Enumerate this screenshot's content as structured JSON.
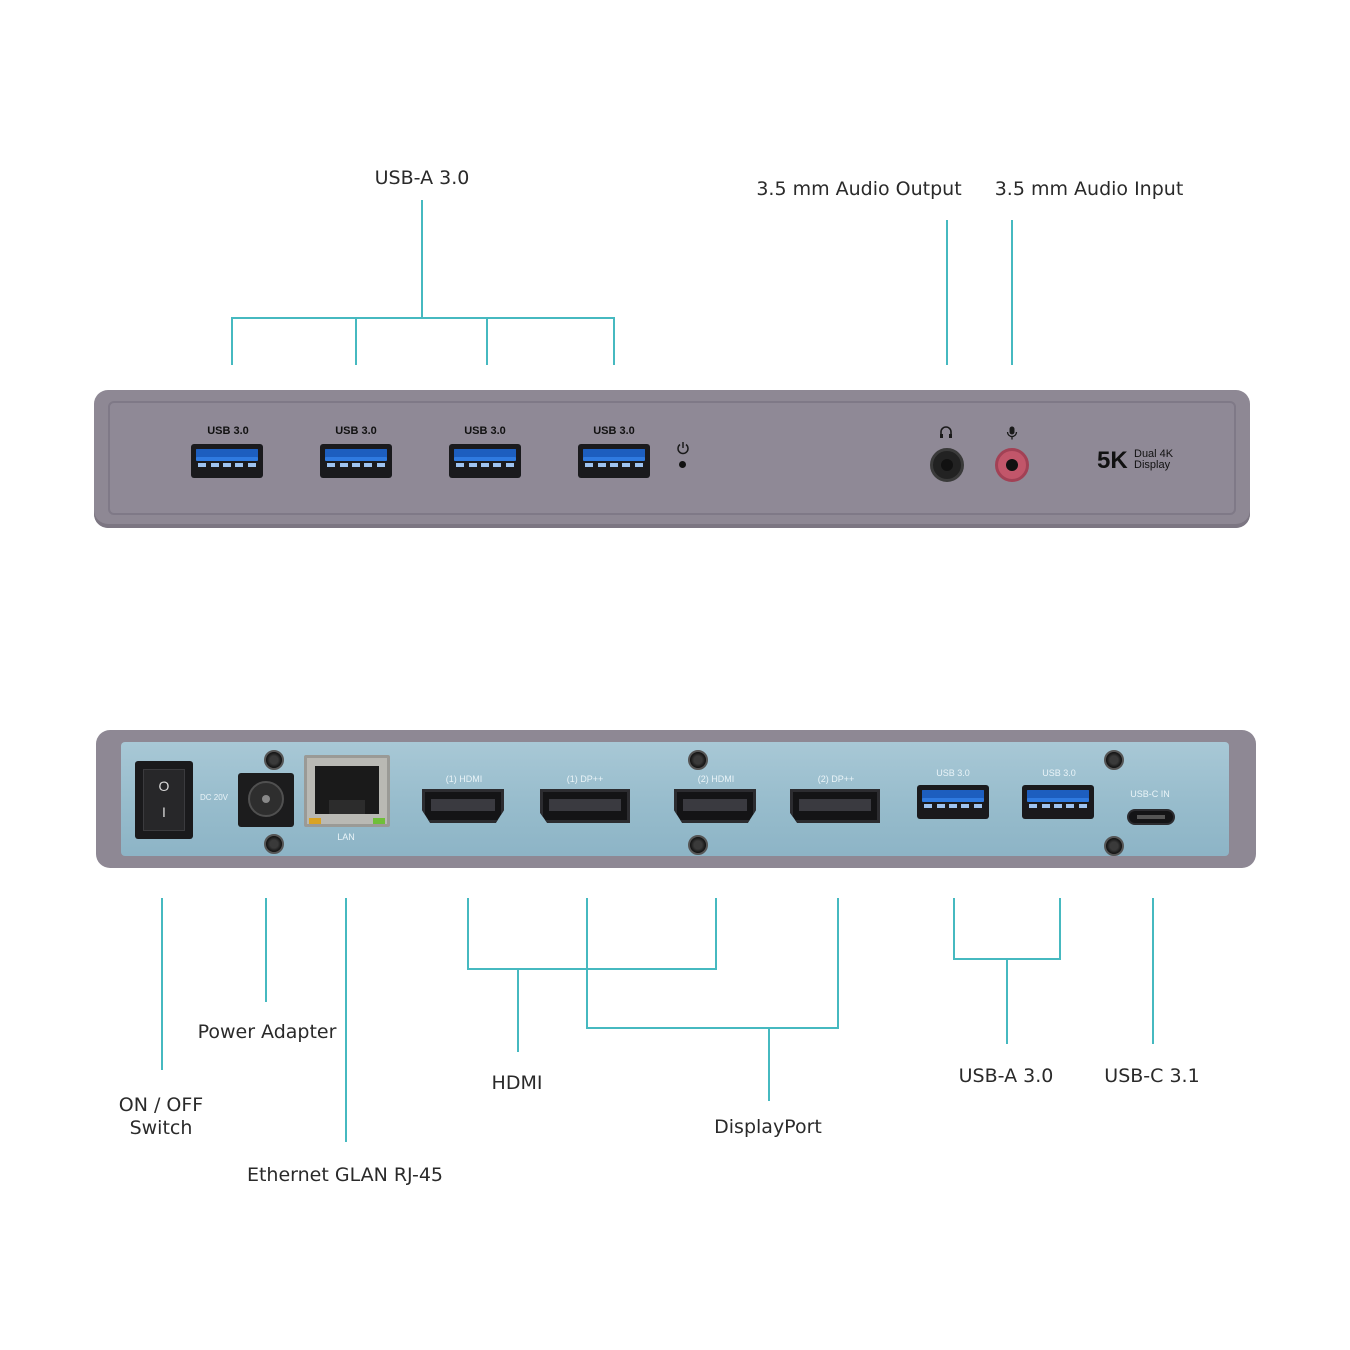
{
  "callouts": {
    "front_usb_a": "USB-A 3.0",
    "audio_output": "3.5 mm Audio Output",
    "audio_input": "3.5 mm Audio Input",
    "power_adapter": "Power Adapter",
    "on_off_line1": "ON / OFF",
    "on_off_line2": "Switch",
    "ethernet": "Ethernet GLAN RJ-45",
    "hdmi": "HDMI",
    "displayport": "DisplayPort",
    "rear_usb_a": "USB-A 3.0",
    "usb_c": "USB-C 3.1"
  },
  "front_panel": {
    "usb_port_labels": [
      "USB 3.0",
      "USB 3.0",
      "USB 3.0",
      "USB 3.0"
    ],
    "brand_main": "5K",
    "brand_sub_line1": "Dual 4K",
    "brand_sub_line2": "Display",
    "headphone_icon": "headphone-icon",
    "mic_icon": "microphone-icon",
    "power_icon": "power-icon"
  },
  "rear_panel": {
    "switch_on": "I",
    "switch_off": "O",
    "dc_label": "DC 20V",
    "lan_label": "LAN",
    "port_labels": [
      "(1) HDMI",
      "(1) DP++",
      "(2) HDMI",
      "(2) DP++",
      "USB 3.0",
      "USB 3.0",
      "USB-C IN"
    ]
  },
  "colors": {
    "leader_line": "#46b9c0",
    "dock_body": "#8e8894",
    "rear_panel": "#9fc2d2",
    "usb_blue": "#2f7ae0",
    "mic_jack": "#c2566a"
  }
}
